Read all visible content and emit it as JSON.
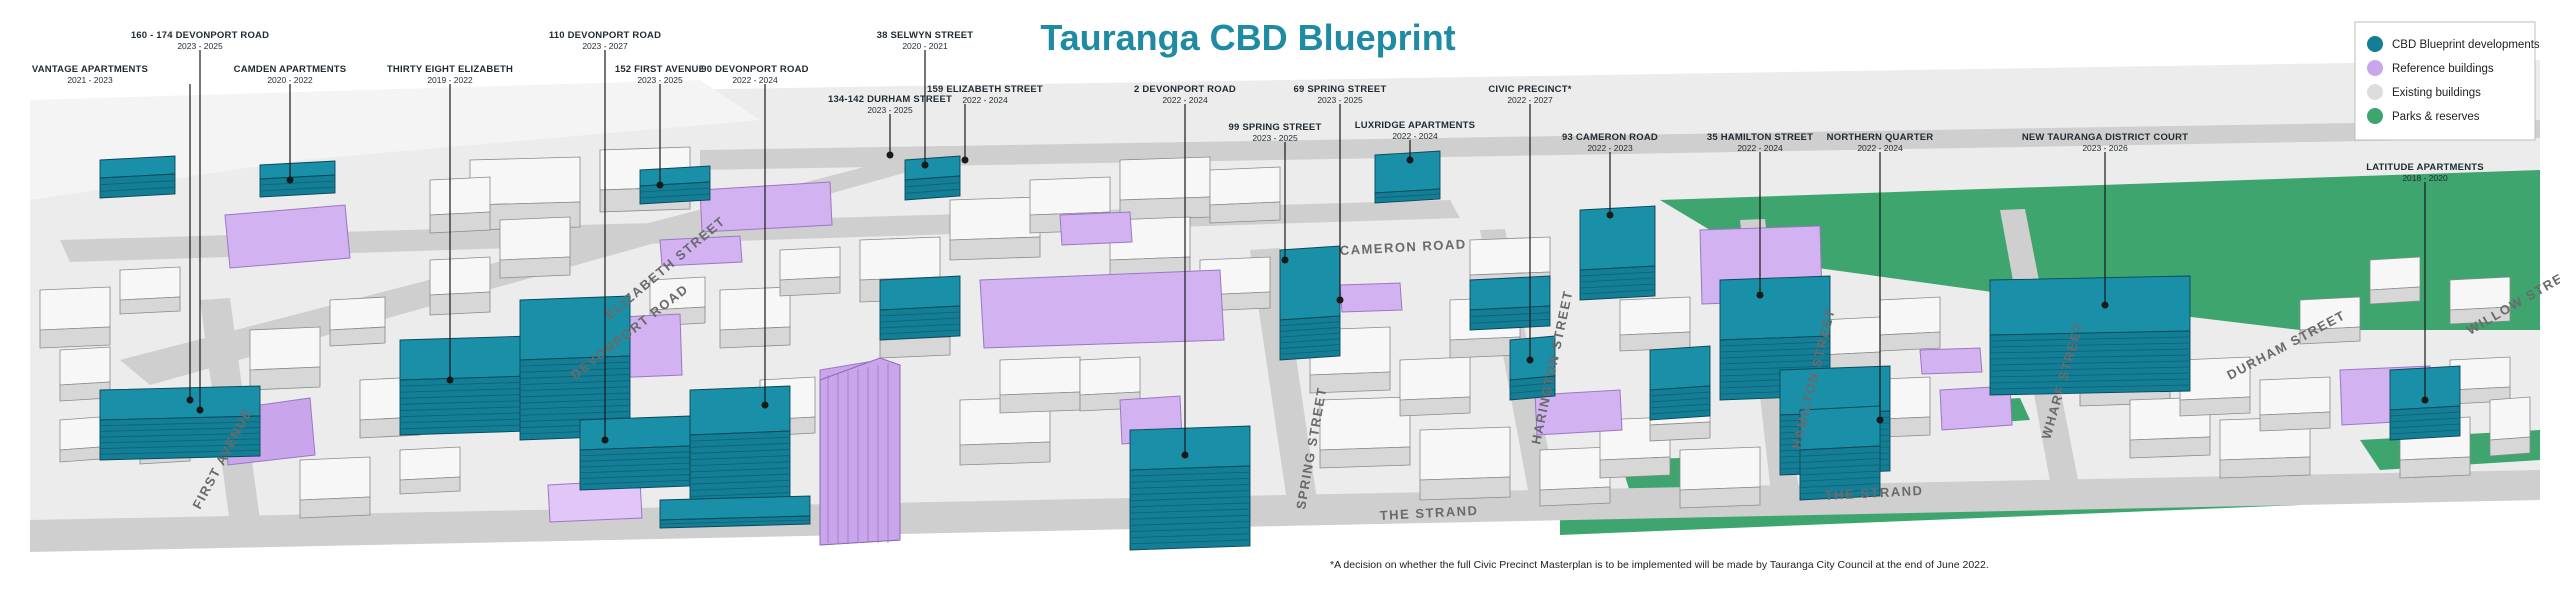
{
  "title": "Tauranga CBD Blueprint",
  "colors": {
    "cbd": "#137e95",
    "cbd_dark": "#0d6275",
    "reference": "#c9a6ec",
    "reference_dark": "#a985d0",
    "existing": "#f7f7f7",
    "existing_side": "#d7d7d7",
    "parks": "#3ea56e",
    "road": "#cfcfcf",
    "ground": "#e6e6e6"
  },
  "legend": [
    {
      "label": "CBD Blueprint developments",
      "swatch": "cbd"
    },
    {
      "label": "Reference buildings",
      "swatch": "reference"
    },
    {
      "label": "Existing buildings",
      "swatch": "existing"
    },
    {
      "label": "Parks & reserves",
      "swatch": "parks"
    }
  ],
  "developments": [
    {
      "name": "VANTAGE APARTMENTS",
      "years": "2021 - 2023"
    },
    {
      "name": "160 - 174 DEVONPORT ROAD",
      "years": "2023 - 2025"
    },
    {
      "name": "CAMDEN APARTMENTS",
      "years": "2020 - 2022"
    },
    {
      "name": "THIRTY EIGHT ELIZABETH",
      "years": "2019 - 2022"
    },
    {
      "name": "110 DEVONPORT ROAD",
      "years": "2023 - 2027"
    },
    {
      "name": "152 FIRST AVENUE",
      "years": "2023 - 2025"
    },
    {
      "name": "90 DEVONPORT ROAD",
      "years": "2022 - 2024"
    },
    {
      "name": "134-142 DURHAM STREET",
      "years": "2023 - 2025"
    },
    {
      "name": "38 SELWYN STREET",
      "years": "2020 - 2021"
    },
    {
      "name": "159 ELIZABETH STREET",
      "years": "2022 - 2024"
    },
    {
      "name": "2 DEVONPORT ROAD",
      "years": "2022 - 2024"
    },
    {
      "name": "99 SPRING STREET",
      "years": "2023 - 2025"
    },
    {
      "name": "69 SPRING STREET",
      "years": "2023 - 2025"
    },
    {
      "name": "LUXRIDGE APARTMENTS",
      "years": "2022 - 2024"
    },
    {
      "name": "CIVIC PRECINCT*",
      "years": "2022 - 2027"
    },
    {
      "name": "93 CAMERON ROAD",
      "years": "2022 - 2023"
    },
    {
      "name": "35 HAMILTON STREET",
      "years": "2022 - 2024"
    },
    {
      "name": "NORTHERN QUARTER",
      "years": "2022 - 2024"
    },
    {
      "name": "NEW TAURANGA DISTRICT COURT",
      "years": "2023 - 2026"
    },
    {
      "name": "LATITUDE APARTMENTS",
      "years": "2018 - 2020"
    }
  ],
  "streets": {
    "first_avenue": "FIRST AVENUE",
    "devonport_road": "DEVONPORT ROAD",
    "cameron_road": "CAMERON ROAD",
    "elizabeth_street": "ELIZABETH STREET",
    "spring_street": "SPRING STREET",
    "the_strand_1": "THE STRAND",
    "the_strand_2": "THE STRAND",
    "harington_street": "HARINGTON STREET",
    "hamilton_street": "HAMILTON STREET",
    "wharf_street": "WHARF STREET",
    "durham_street": "DURHAM STREET",
    "willow_street": "WILLOW STREET"
  },
  "footnote": "*A decision on whether the full Civic Precinct Masterplan is to be implemented will be made by Tauranga City Council at the end of June 2022."
}
